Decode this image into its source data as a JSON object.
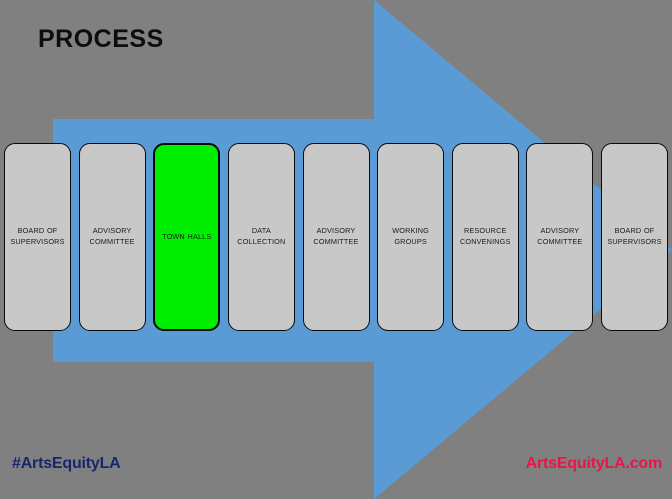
{
  "slide": {
    "title": "PROCESS",
    "background_color": "#808080",
    "arrow_color": "#5B9BD5",
    "box_color": "#C8C8C8",
    "highlight_color": "#00EE00",
    "box_border_color": "#0A0A0A"
  },
  "process": {
    "direction": "left-to-right",
    "steps": [
      {
        "label": "BOARD OF\nSUPERVISORS",
        "line1": "BOARD OF",
        "line2": "SUPERVISORS",
        "highlighted": false
      },
      {
        "label": "ADVISORY\nCOMMITTEE",
        "line1": "ADVISORY",
        "line2": "COMMITTEE",
        "highlighted": false
      },
      {
        "label": "TOWN HALLS",
        "line1": "TOWN HALLS",
        "line2": "",
        "highlighted": true
      },
      {
        "label": "DATA\nCOLLECTION",
        "line1": "DATA",
        "line2": "COLLECTION",
        "highlighted": false
      },
      {
        "label": "ADVISORY\nCOMMITTEE",
        "line1": "ADVISORY",
        "line2": "COMMITTEE",
        "highlighted": false
      },
      {
        "label": "WORKING\nGROUPS",
        "line1": "WORKING",
        "line2": "GROUPS",
        "highlighted": false
      },
      {
        "label": "RESOURCE\nCONVENINGS",
        "line1": "RESOURCE",
        "line2": "CONVENINGS",
        "highlighted": false
      },
      {
        "label": "ADVISORY\nCOMMITTEE",
        "line1": "ADVISORY",
        "line2": "COMMITTEE",
        "highlighted": false
      },
      {
        "label": "BOARD OF\nSUPERVISORS",
        "line1": "BOARD OF",
        "line2": "SUPERVISORS",
        "highlighted": false
      }
    ]
  },
  "footer": {
    "hashtag": "#ArtsEquityLA",
    "hashtag_color": "#17276B",
    "website": "ArtsEquityLA.com",
    "website_color": "#E8154A"
  }
}
